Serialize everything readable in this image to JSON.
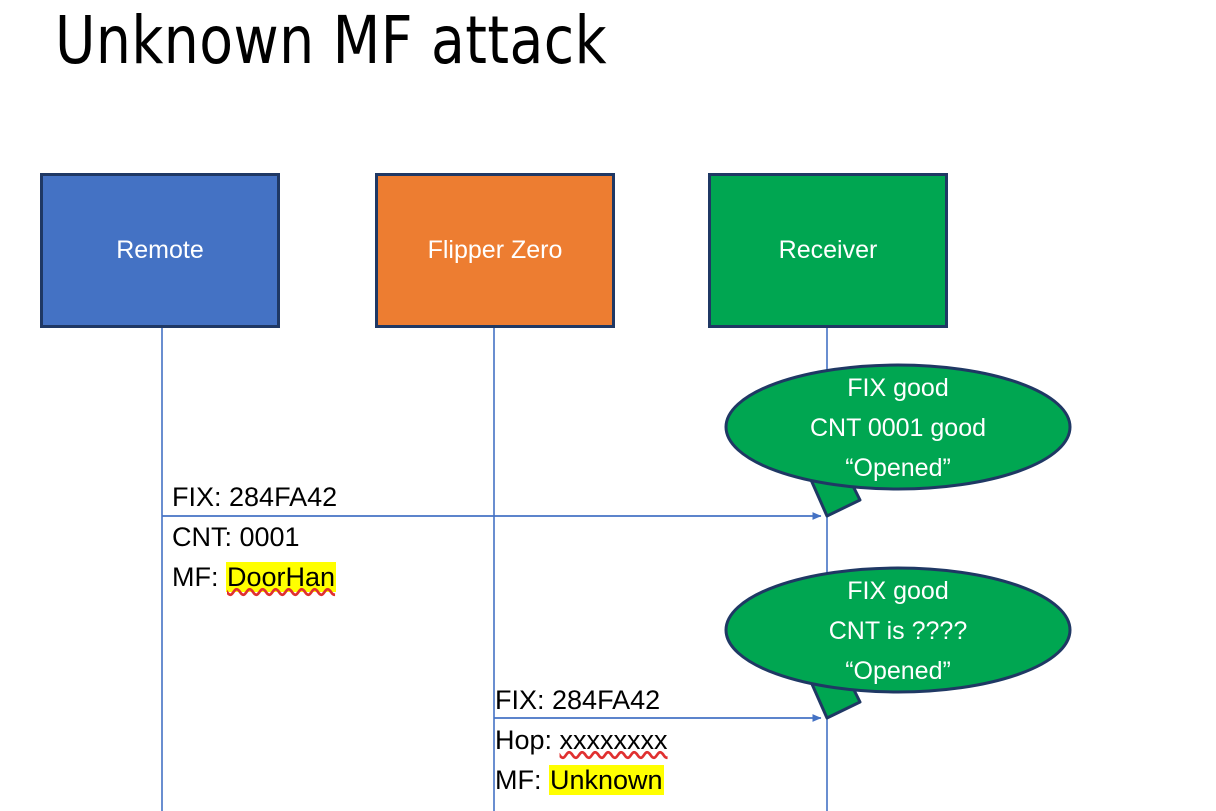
{
  "slide": {
    "title": "Unknown MF attack",
    "background": "#ffffff"
  },
  "colors": {
    "remote_fill": "#4472C4",
    "flipper_fill": "#ED7D31",
    "receiver_fill": "#00A651",
    "box_border": "#1F3864",
    "lifeline": "#4472C4",
    "arrow": "#4472C4",
    "highlight": "#FFFF00",
    "spellcheck": "#E03030",
    "text_dark": "#000000",
    "text_light": "#ffffff"
  },
  "actors": [
    {
      "id": "remote",
      "label": "Remote"
    },
    {
      "id": "flipper",
      "label": "Flipper Zero"
    },
    {
      "id": "receiver",
      "label": "Receiver"
    }
  ],
  "messages": [
    {
      "id": "msg1",
      "from": "remote",
      "to": "receiver",
      "lines": [
        {
          "label": "FIX: ",
          "value": "284FA42",
          "highlight": false,
          "spellcheck": false
        },
        {
          "label": "CNT: ",
          "value": "0001",
          "highlight": false,
          "spellcheck": false
        },
        {
          "label": "MF: ",
          "value": "DoorHan",
          "highlight": true,
          "spellcheck": true
        }
      ]
    },
    {
      "id": "msg2",
      "from": "flipper",
      "to": "receiver",
      "lines": [
        {
          "label": "FIX: ",
          "value": "284FA42",
          "highlight": false,
          "spellcheck": false
        },
        {
          "label": "Hop: ",
          "value": "xxxxxxxx",
          "highlight": false,
          "spellcheck": true
        },
        {
          "label": "MF: ",
          "value": "Unknown",
          "highlight": true,
          "spellcheck": false
        }
      ]
    }
  ],
  "bubbles": [
    {
      "id": "bubble1",
      "anchor": "receiver",
      "lines": [
        "FIX good",
        "CNT 0001 good",
        "“Opened”"
      ]
    },
    {
      "id": "bubble2",
      "anchor": "receiver",
      "lines": [
        "FIX good",
        "CNT is ????",
        "“Opened”"
      ]
    }
  ]
}
